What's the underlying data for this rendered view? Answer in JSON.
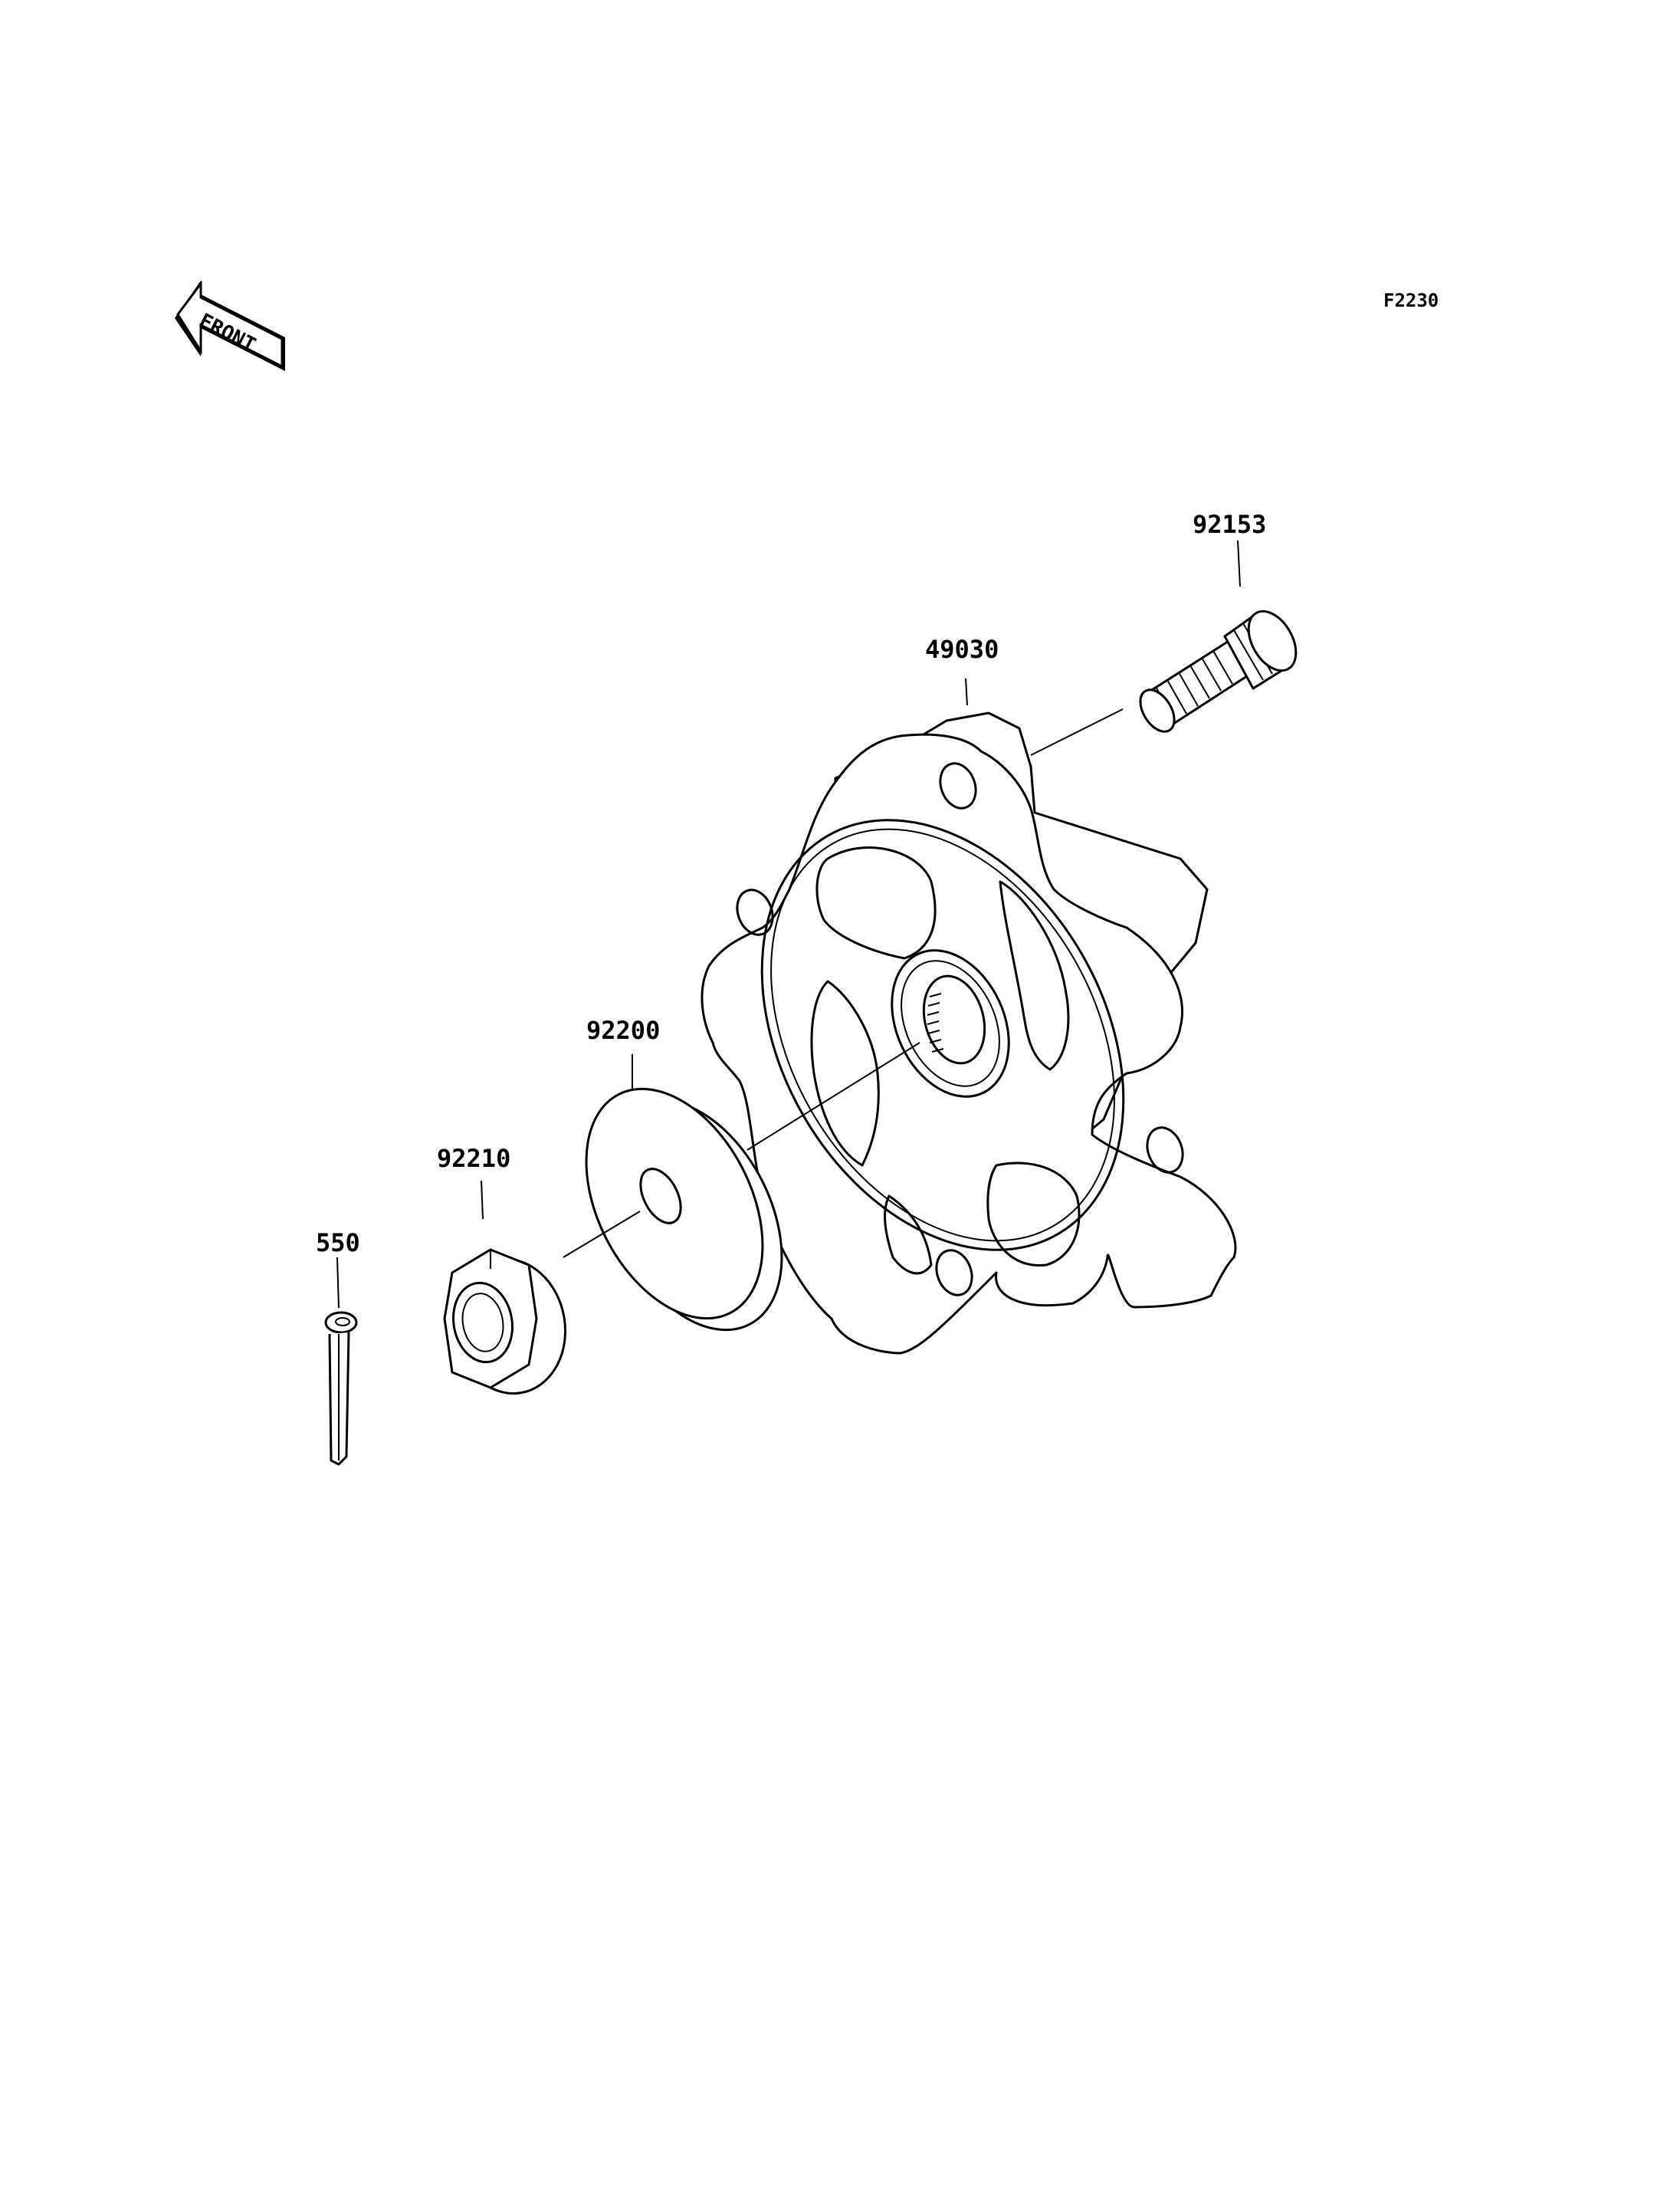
{
  "figure_code": "F2230",
  "orientation": {
    "label": "FRONT",
    "icon": "front-arrow-icon"
  },
  "parts": [
    {
      "id": "hub",
      "number": "49030"
    },
    {
      "id": "bolt",
      "number": "92153"
    },
    {
      "id": "washer",
      "number": "92200"
    },
    {
      "id": "nut",
      "number": "92210"
    },
    {
      "id": "cotter-pin",
      "number": "550"
    }
  ]
}
